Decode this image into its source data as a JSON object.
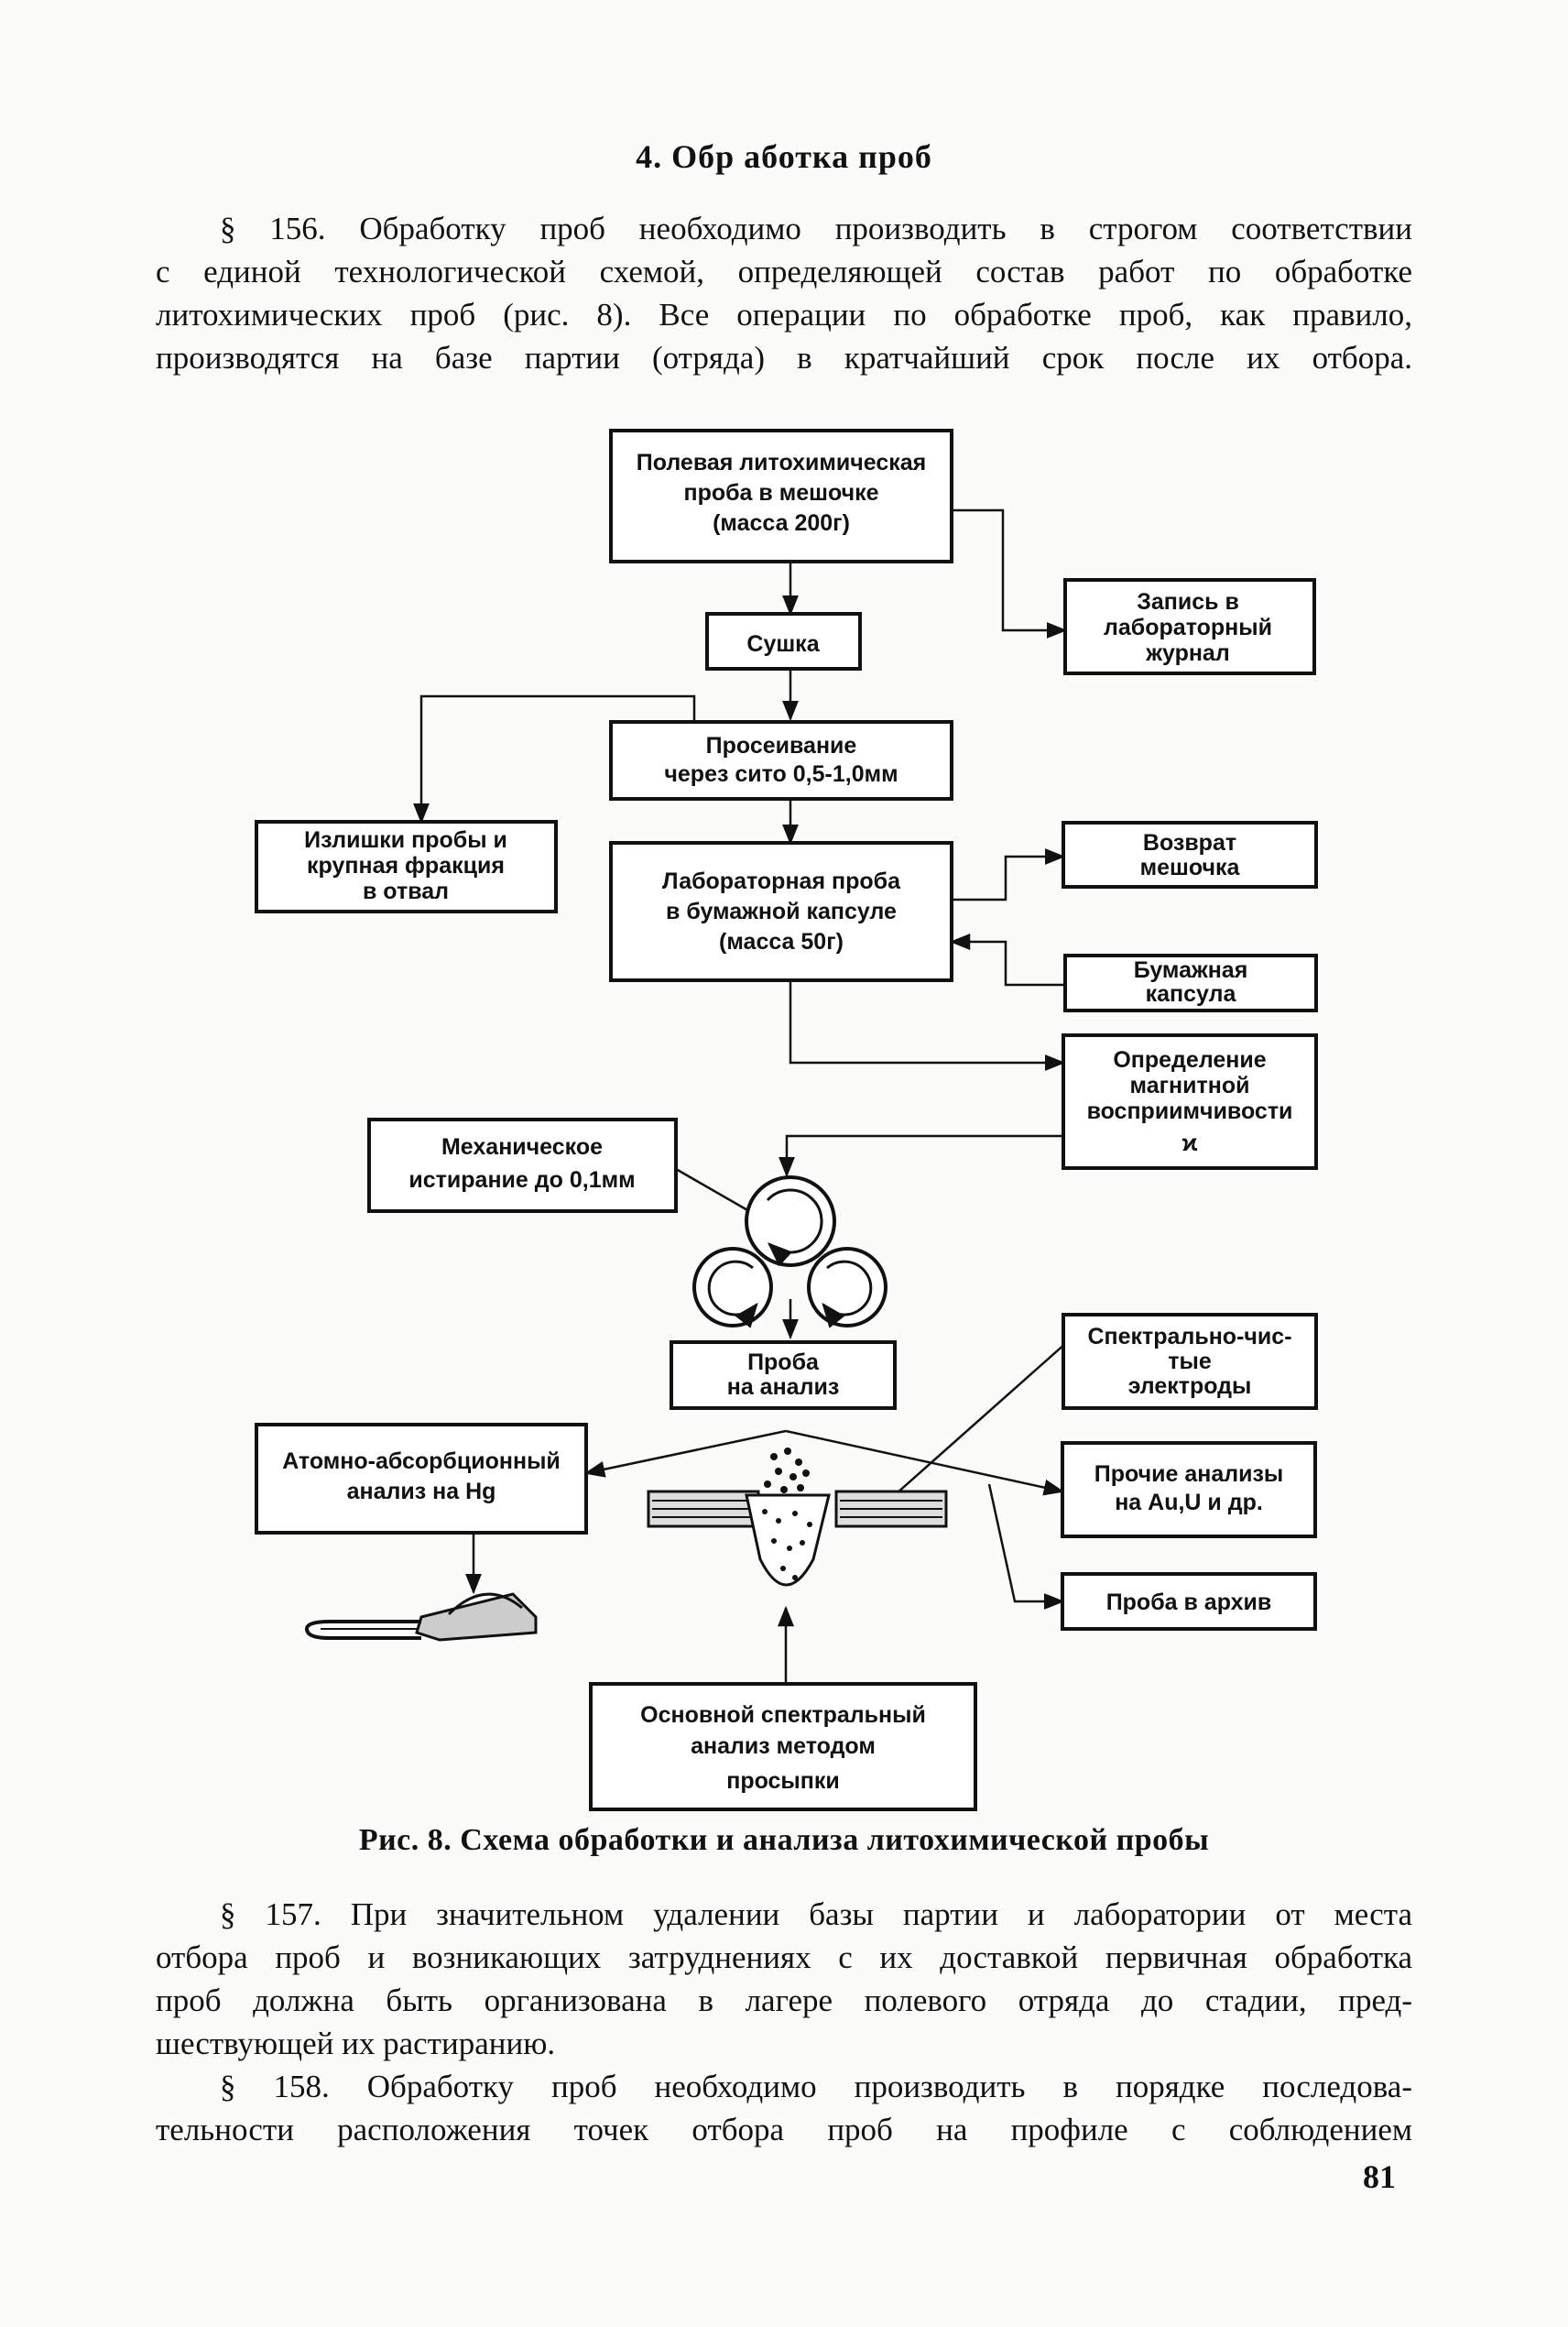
{
  "heading": "4. Обр аботка проб",
  "paragraphs": {
    "p156": [
      "§ 156. Обработку проб необходимо производить в строгом соответствии",
      "с единой технологической схемой, определяющей состав работ по обработке",
      "литохимических проб (рис. 8). Все операции по обработке проб, как правило,",
      "производятся на базе партии (отряда) в кратчайший срок после их отбора."
    ],
    "p157": [
      "§ 157. При значительном удалении базы партии и лаборатории от места",
      "отбора проб и возникающих затруднениях с их доставкой первичная обработка",
      "проб должна быть организована в лагере полевого отряда до стадии, пред-",
      "шествующей их растиранию."
    ],
    "p158": [
      "§ 158. Обработку проб необходимо производить в порядке последова-",
      "тельности расположения точек отбора проб на профиле с соблюдением"
    ]
  },
  "diagram": {
    "field_sample": [
      "Полевая литохимическая",
      "проба в мешочке",
      "(масса 200г)"
    ],
    "drying": [
      "Сушка"
    ],
    "lab_journal": [
      "Запись в",
      "лабораторный",
      "журнал"
    ],
    "sieving": [
      "Просеивание",
      "через сито 0,5-1,0мм"
    ],
    "excess": [
      "Излишки пробы и",
      "крупная фракция",
      "в отвал"
    ],
    "lab_sample": [
      "Лабораторная проба",
      "в бумажной капсуле",
      "(масса 50г)"
    ],
    "bag_return": [
      "Возврат",
      "мешочка"
    ],
    "paper_capsule": [
      "Бумажная",
      "капсула"
    ],
    "magnetic": [
      "Определение",
      "магнитной",
      "восприимчивости",
      "ϰ"
    ],
    "mechanical": [
      "Механическое",
      "истирание до 0,1мм"
    ],
    "electrodes": [
      "Спектрально-чис-",
      "тые",
      "электроды"
    ],
    "sample_analysis": [
      "Проба",
      "на анализ"
    ],
    "atomic": [
      "Атомно-абсорбционный",
      "анализ на Hg"
    ],
    "other_analyses": [
      "Прочие анализы",
      "на Au,U и др."
    ],
    "archive": [
      "Проба в архив"
    ],
    "spectral": [
      "Основной спектральный",
      "анализ методом",
      "просыпки"
    ]
  },
  "caption": "Рис. 8. Схема обработки и анализа литохимической пробы",
  "page_number": "81"
}
